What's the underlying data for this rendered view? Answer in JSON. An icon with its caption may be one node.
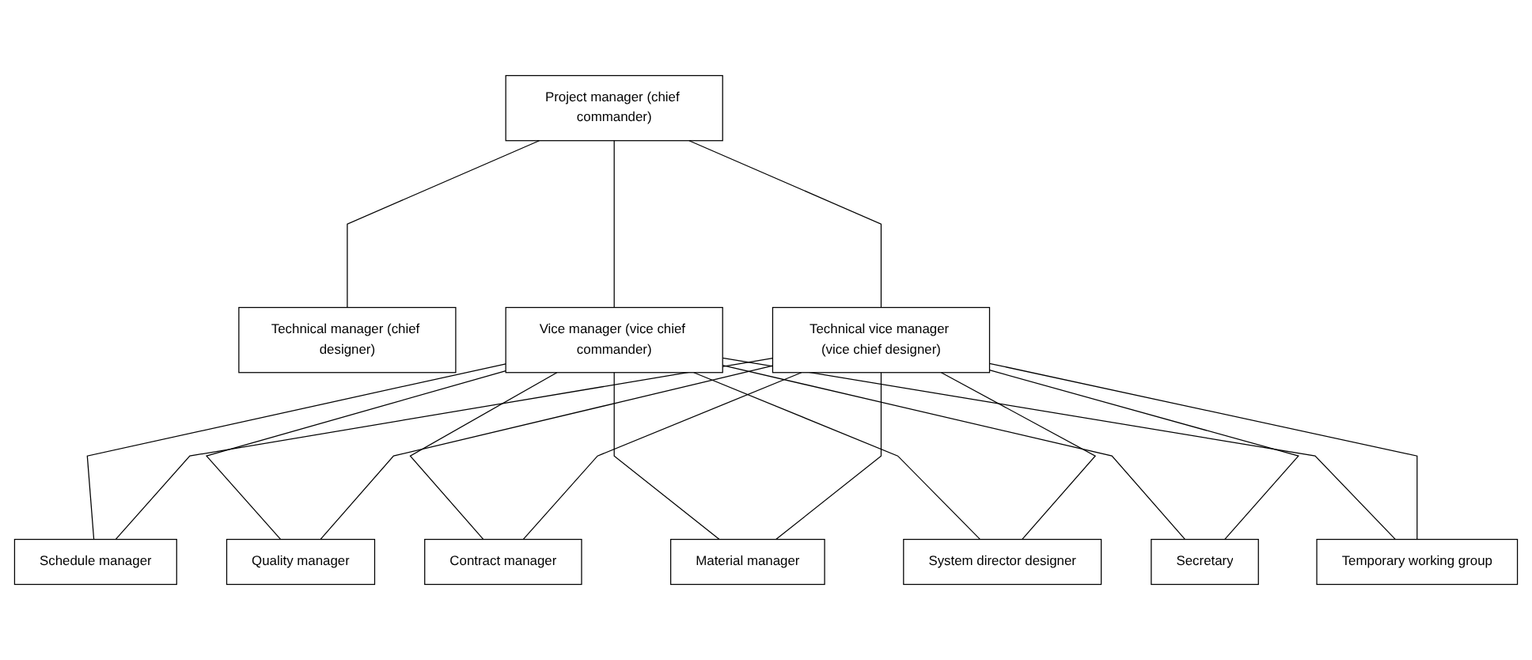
{
  "diagram": {
    "nodes": [
      {
        "text": [
          "Project manager (chief commander)"
        ]
      },
      {
        "text": [
          "Technical manager (chief designer)"
        ]
      },
      {
        "text": [
          "Vice manager (vice chief commander)"
        ]
      },
      {
        "text": [
          "Technical vice manager (vice chief designer)"
        ]
      },
      {
        "text": [
          "Schedule manager"
        ]
      },
      {
        "text": [
          "Quality manager"
        ]
      },
      {
        "text": [
          "Contract manager"
        ]
      },
      {
        "text": [
          "Material manager"
        ]
      },
      {
        "text": [
          "System director designer"
        ]
      },
      {
        "text": [
          "Secretary"
        ]
      },
      {
        "text": [
          "Temporary working group"
        ]
      }
    ],
    "edges": [
      {
        "from": 0,
        "to": 1,
        "arrow": "none"
      },
      {
        "from": 0,
        "to": 2,
        "arrow": "none"
      },
      {
        "from": 0,
        "to": 3,
        "arrow": "none"
      },
      {
        "from": 2,
        "to": 4,
        "arrow": "none"
      },
      {
        "from": 2,
        "to": 5,
        "arrow": "none"
      },
      {
        "from": 2,
        "to": 6,
        "arrow": "none"
      },
      {
        "from": 2,
        "to": 7,
        "arrow": "none"
      },
      {
        "from": 2,
        "to": 8,
        "arrow": "none"
      },
      {
        "from": 2,
        "to": 9,
        "arrow": "none"
      },
      {
        "from": 2,
        "to": 10,
        "arrow": "none"
      },
      {
        "from": 3,
        "to": 4,
        "arrow": "none"
      },
      {
        "from": 3,
        "to": 5,
        "arrow": "none"
      },
      {
        "from": 3,
        "to": 6,
        "arrow": "none"
      },
      {
        "from": 3,
        "to": 7,
        "arrow": "none"
      },
      {
        "from": 3,
        "to": 8,
        "arrow": "none"
      },
      {
        "from": 3,
        "to": 9,
        "arrow": "none"
      },
      {
        "from": 3,
        "to": 10,
        "arrow": "none"
      }
    ]
  }
}
